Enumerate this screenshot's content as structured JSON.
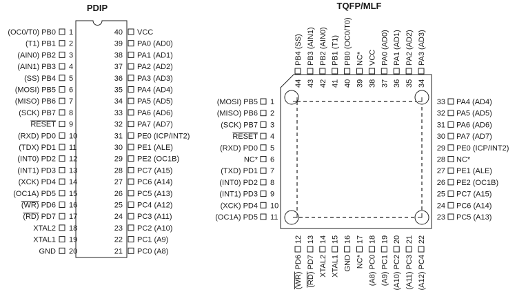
{
  "pdip": {
    "title": "PDIP",
    "left": [
      {
        "num": "1",
        "label": "(OC0/T0) PB0"
      },
      {
        "num": "2",
        "label": "(T1) PB1"
      },
      {
        "num": "3",
        "label": "(AIN0) PB2"
      },
      {
        "num": "4",
        "label": "(AIN1) PB3"
      },
      {
        "num": "5",
        "label": "(SS) PB4"
      },
      {
        "num": "6",
        "label": "(MOSI) PB5"
      },
      {
        "num": "7",
        "label": "(MISO) PB6"
      },
      {
        "num": "8",
        "label": "(SCK) PB7"
      },
      {
        "num": "9",
        "label": "RESET",
        "overline": true
      },
      {
        "num": "10",
        "label": "(RXD) PD0"
      },
      {
        "num": "11",
        "label": "(TDX) PD1"
      },
      {
        "num": "12",
        "label": "(INT0) PD2"
      },
      {
        "num": "13",
        "label": "(INT1) PD3"
      },
      {
        "num": "14",
        "label": "(XCK) PD4"
      },
      {
        "num": "15",
        "label": "(OC1A) PD5"
      },
      {
        "num": "16",
        "label": "(WR) PD6",
        "overline_part": "(WR)"
      },
      {
        "num": "17",
        "label": "(RD) PD7",
        "overline_part": "(RD)"
      },
      {
        "num": "18",
        "label": "XTAL2"
      },
      {
        "num": "19",
        "label": "XTAL1"
      },
      {
        "num": "20",
        "label": "GND"
      }
    ],
    "right": [
      {
        "num": "40",
        "label": "VCC"
      },
      {
        "num": "39",
        "label": "PA0 (AD0)"
      },
      {
        "num": "38",
        "label": "PA1 (AD1)"
      },
      {
        "num": "37",
        "label": "PA2 (AD2)"
      },
      {
        "num": "36",
        "label": "PA3 (AD3)"
      },
      {
        "num": "35",
        "label": "PA4 (AD4)"
      },
      {
        "num": "34",
        "label": "PA5 (AD5)"
      },
      {
        "num": "33",
        "label": "PA6 (AD6)"
      },
      {
        "num": "32",
        "label": "PA7 (AD7)"
      },
      {
        "num": "31",
        "label": "PE0 (ICP/INT2)"
      },
      {
        "num": "30",
        "label": "PE1 (ALE)"
      },
      {
        "num": "29",
        "label": "PE2 (OC1B)"
      },
      {
        "num": "28",
        "label": "PC7 (A15)"
      },
      {
        "num": "27",
        "label": "PC6 (A14)"
      },
      {
        "num": "26",
        "label": "PC5 (A13)"
      },
      {
        "num": "25",
        "label": "PC4 (A12)"
      },
      {
        "num": "24",
        "label": "PC3 (A11)"
      },
      {
        "num": "23",
        "label": "PC2 (A10)"
      },
      {
        "num": "22",
        "label": "PC1 (A9)"
      },
      {
        "num": "21",
        "label": "PC0 (A8)"
      }
    ]
  },
  "tqfp": {
    "title": "TQFP/MLF",
    "top": [
      {
        "num": "44",
        "label": "PB4 (SS)"
      },
      {
        "num": "43",
        "label": "PB3 (AIN1)"
      },
      {
        "num": "42",
        "label": "PB2 (AIN0)"
      },
      {
        "num": "41",
        "label": "PB1 (T1)"
      },
      {
        "num": "40",
        "label": "PB0 (OC0/T0)"
      },
      {
        "num": "39",
        "label": "NC*"
      },
      {
        "num": "38",
        "label": "VCC"
      },
      {
        "num": "37",
        "label": "PA0 (AD0)"
      },
      {
        "num": "36",
        "label": "PA1 (AD1)"
      },
      {
        "num": "35",
        "label": "PA2 (AD2)"
      },
      {
        "num": "34",
        "label": "PA3 (AD3)"
      }
    ],
    "left": [
      {
        "num": "1",
        "label": "(MOSI) PB5"
      },
      {
        "num": "2",
        "label": "(MISO) PB6"
      },
      {
        "num": "3",
        "label": "(SCK) PB7"
      },
      {
        "num": "4",
        "label": "RESET",
        "overline": true
      },
      {
        "num": "5",
        "label": "(RXD) PD0"
      },
      {
        "num": "6",
        "label": "NC*"
      },
      {
        "num": "7",
        "label": "(TXD) PD1"
      },
      {
        "num": "8",
        "label": "(INT0) PD2"
      },
      {
        "num": "9",
        "label": "(INT1) PD3"
      },
      {
        "num": "10",
        "label": "(XCK) PD4"
      },
      {
        "num": "11",
        "label": "(OC1A) PD5"
      }
    ],
    "right": [
      {
        "num": "33",
        "label": "PA4 (AD4)"
      },
      {
        "num": "32",
        "label": "PA5 (AD5)"
      },
      {
        "num": "31",
        "label": "PA6 (AD6)"
      },
      {
        "num": "30",
        "label": "PA7 (AD7)"
      },
      {
        "num": "29",
        "label": "PE0 (ICP/INT2)"
      },
      {
        "num": "28",
        "label": "NC*"
      },
      {
        "num": "27",
        "label": "PE1 (ALE)"
      },
      {
        "num": "26",
        "label": "PE2 (OC1B)"
      },
      {
        "num": "25",
        "label": "PC7 (A15)"
      },
      {
        "num": "24",
        "label": "PC6 (A14)"
      },
      {
        "num": "23",
        "label": "PC5 (A13)"
      }
    ],
    "bottom": [
      {
        "num": "12",
        "label": "(WR) PD6",
        "overline_part": "(WR)"
      },
      {
        "num": "13",
        "label": "(RD) PD7",
        "overline_part": "(RD)"
      },
      {
        "num": "14",
        "label": "XTAL2"
      },
      {
        "num": "15",
        "label": "XTAL1"
      },
      {
        "num": "16",
        "label": "GND"
      },
      {
        "num": "17",
        "label": "NC*"
      },
      {
        "num": "18",
        "label": "(A8) PC0"
      },
      {
        "num": "19",
        "label": "(A9) PC1"
      },
      {
        "num": "20",
        "label": "(A10) PC2"
      },
      {
        "num": "21",
        "label": "(A11) PC3"
      },
      {
        "num": "22",
        "label": "(A12) PC4"
      }
    ]
  }
}
